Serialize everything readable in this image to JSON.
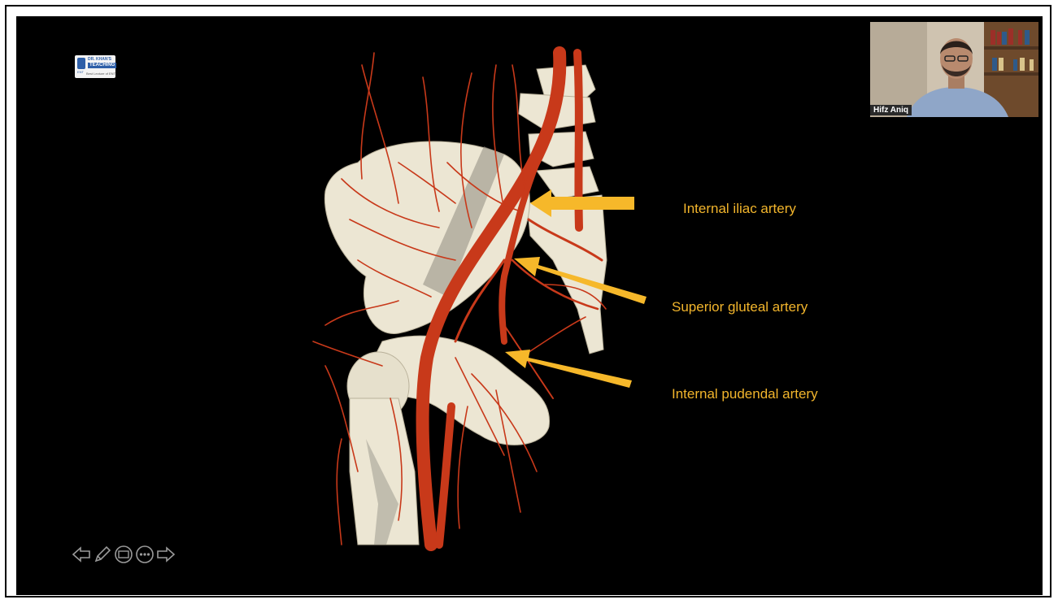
{
  "logo": {
    "line1": "DR. KHAN'S",
    "line2": "TEACHING",
    "line3": "ENT",
    "line4": "Best Lecture of ENT"
  },
  "labels": {
    "internal_iliac": "Internal iliac artery",
    "superior_gluteal": "Superior gluteal artery",
    "internal_pudendal": "Internal pudendal artery"
  },
  "video": {
    "participant_name": "Hifz Aniq"
  },
  "controls": {
    "icons": [
      "previous-icon",
      "pen-icon",
      "subtitles-icon",
      "more-icon",
      "next-icon"
    ]
  },
  "colors": {
    "label": "#f2b52c",
    "arrow": "#f6b82a",
    "artery": "#c8391a",
    "bone": "#ece6d3",
    "background": "#000000"
  }
}
